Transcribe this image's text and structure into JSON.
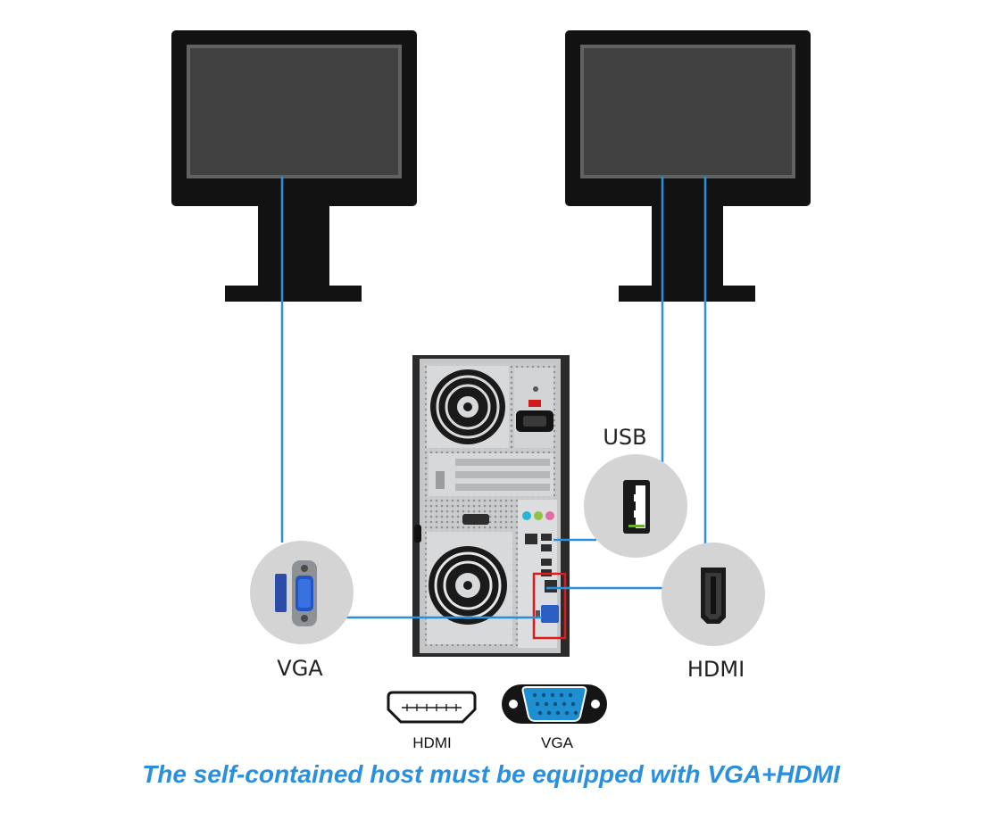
{
  "labels": {
    "usb": "USB",
    "vga": "VGA",
    "hdmi": "HDMI"
  },
  "legend": {
    "hdmi": "HDMI",
    "vga": "VGA"
  },
  "caption": "The self-contained host must be equipped with VGA+HDMI",
  "icons": {
    "monitors": "monitor-icon",
    "tower": "pc-tower-icon",
    "vga_port": "vga-port-icon",
    "usb_port": "usb-port-icon",
    "hdmi_port": "hdmi-port-icon",
    "hdmi_plug": "hdmi-connector-icon",
    "vga_plug": "vga-connector-icon"
  },
  "colors": {
    "cable": "#2b8fe0",
    "caption": "#2b8fe0",
    "highlight": "#e01a1a",
    "monitor": "#121212",
    "screen": "#414141",
    "badge": "#d4d4d4"
  }
}
